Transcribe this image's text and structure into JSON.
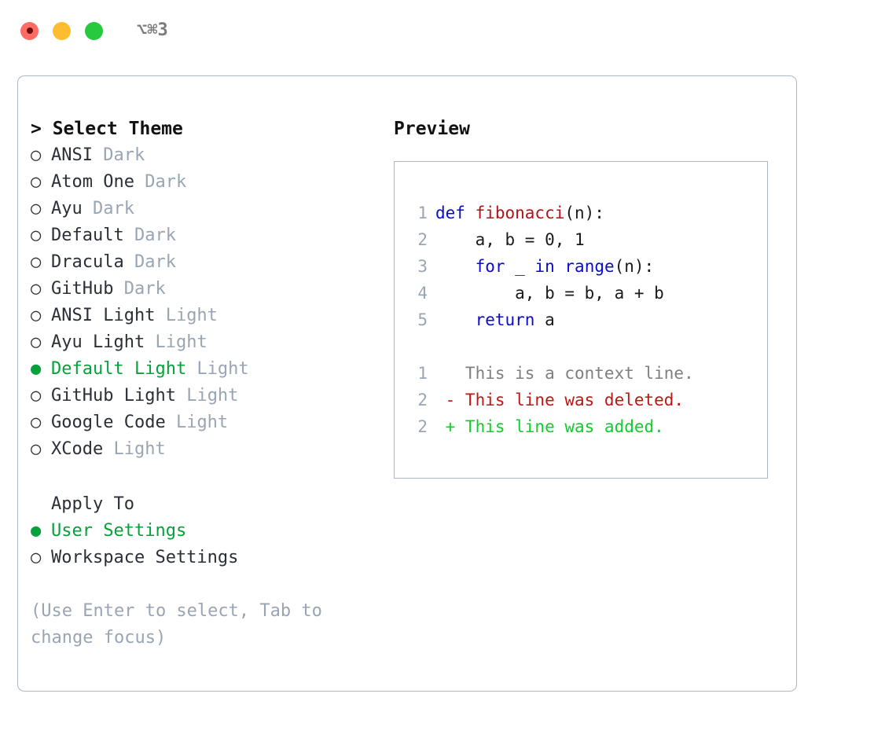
{
  "titlebar": {
    "shortcut": "⌥⌘3",
    "buttons": [
      {
        "name": "close",
        "color": "#fd6b63"
      },
      {
        "name": "minimize",
        "color": "#fdbd2e"
      },
      {
        "name": "maximize",
        "color": "#27c93f"
      }
    ]
  },
  "theme_list": {
    "header": "> Select Theme",
    "items": [
      {
        "marker": "○",
        "label": "ANSI",
        "suffix": "Dark",
        "selected": false
      },
      {
        "marker": "○",
        "label": "Atom One",
        "suffix": "Dark",
        "selected": false
      },
      {
        "marker": "○",
        "label": "Ayu",
        "suffix": "Dark",
        "selected": false
      },
      {
        "marker": "○",
        "label": "Default",
        "suffix": "Dark",
        "selected": false
      },
      {
        "marker": "○",
        "label": "Dracula",
        "suffix": "Dark",
        "selected": false
      },
      {
        "marker": "○",
        "label": "GitHub",
        "suffix": "Dark",
        "selected": false
      },
      {
        "marker": "○",
        "label": "ANSI Light",
        "suffix": "Light",
        "selected": false
      },
      {
        "marker": "○",
        "label": "Ayu Light",
        "suffix": "Light",
        "selected": false
      },
      {
        "marker": "●",
        "label": "Default Light",
        "suffix": "Light",
        "selected": true
      },
      {
        "marker": "○",
        "label": "GitHub Light",
        "suffix": "Light",
        "selected": false
      },
      {
        "marker": "○",
        "label": "Google Code",
        "suffix": "Light",
        "selected": false
      },
      {
        "marker": "○",
        "label": "XCode",
        "suffix": "Light",
        "selected": false
      }
    ]
  },
  "apply_to": {
    "header": "Apply To",
    "items": [
      {
        "marker": "●",
        "label": "User Settings",
        "selected": true
      },
      {
        "marker": "○",
        "label": "Workspace Settings",
        "selected": false
      }
    ]
  },
  "hint": "(Use Enter to select, Tab to change focus)",
  "preview": {
    "title": "Preview",
    "code_lines": [
      {
        "no": "1",
        "tokens": [
          {
            "t": "def ",
            "c": "kw"
          },
          {
            "t": "fibonacci",
            "c": "fn"
          },
          {
            "t": "(n):",
            "c": "plain"
          }
        ]
      },
      {
        "no": "2",
        "tokens": [
          {
            "t": "    a, b = 0, 1",
            "c": "plain"
          }
        ]
      },
      {
        "no": "3",
        "tokens": [
          {
            "t": "    ",
            "c": "plain"
          },
          {
            "t": "for",
            "c": "kw"
          },
          {
            "t": " _ ",
            "c": "plain"
          },
          {
            "t": "in",
            "c": "kw"
          },
          {
            "t": " ",
            "c": "plain"
          },
          {
            "t": "range",
            "c": "kw"
          },
          {
            "t": "(n):",
            "c": "plain"
          }
        ]
      },
      {
        "no": "4",
        "tokens": [
          {
            "t": "        a, b = b, a + b",
            "c": "plain"
          }
        ]
      },
      {
        "no": "5",
        "tokens": [
          {
            "t": "    ",
            "c": "plain"
          },
          {
            "t": "return",
            "c": "kw"
          },
          {
            "t": " a",
            "c": "plain"
          }
        ]
      }
    ],
    "diff_lines": [
      {
        "no": "1",
        "tokens": [
          {
            "t": "   This is a context line.",
            "c": "ctx"
          }
        ]
      },
      {
        "no": "2",
        "tokens": [
          {
            "t": " - This line was deleted.",
            "c": "del"
          }
        ]
      },
      {
        "no": "2",
        "tokens": [
          {
            "t": " + This line was added.",
            "c": "add"
          }
        ]
      }
    ]
  },
  "colors": {
    "accent_green": "#06a13a",
    "muted": "#9aa5b4",
    "border": "#aeb6c4",
    "keyword": "#0a0ad2",
    "function": "#b0141b",
    "diff_deleted": "#c31414",
    "diff_added": "#0ccf2c"
  }
}
